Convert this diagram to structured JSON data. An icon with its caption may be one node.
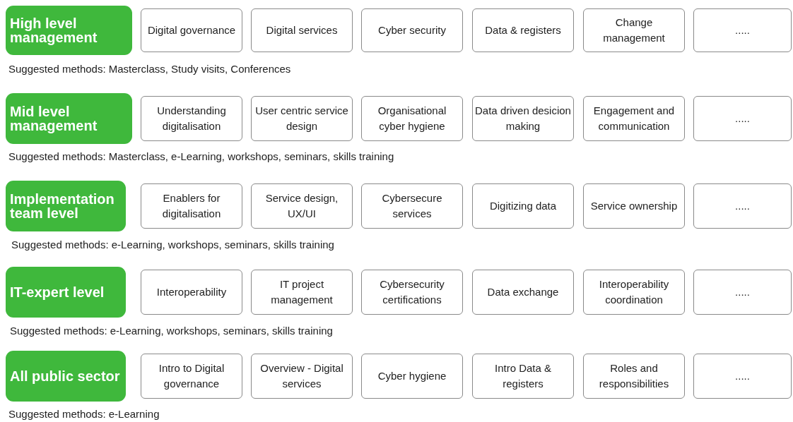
{
  "diagram": {
    "nodes": [
      {
        "text": [
          "High level management"
        ]
      },
      {
        "text": [
          "Digital governance"
        ]
      },
      {
        "text": [
          "Digital services"
        ]
      },
      {
        "text": [
          "Cyber security"
        ]
      },
      {
        "text": [
          "Data & registers"
        ]
      },
      {
        "text": [
          "Change management"
        ]
      },
      {
        "text": [
          "....."
        ]
      },
      {
        "text": [
          "Mid level management"
        ]
      },
      {
        "text": [
          "Understanding digitalisation"
        ]
      },
      {
        "text": [
          "User centric service design"
        ]
      },
      {
        "text": [
          "Organisational cyber hygiene"
        ]
      },
      {
        "text": [
          "Data driven desicion making"
        ]
      },
      {
        "text": [
          "Engagement and communication"
        ]
      },
      {
        "text": [
          "....."
        ]
      },
      {
        "text": [
          "Implementation team level"
        ]
      },
      {
        "text": [
          "Enablers for digitalisation"
        ]
      },
      {
        "text": [
          "Service design, UX/UI"
        ]
      },
      {
        "text": [
          "Cybersecure services"
        ]
      },
      {
        "text": [
          "Digitizing data"
        ]
      },
      {
        "text": [
          "Service ownership"
        ]
      },
      {
        "text": [
          "....."
        ]
      },
      {
        "text": [
          "IT-expert level"
        ]
      },
      {
        "text": [
          "Interoperability"
        ]
      },
      {
        "text": [
          "IT project management"
        ]
      },
      {
        "text": [
          "Cybersecurity certifications"
        ]
      },
      {
        "text": [
          "Data exchange"
        ]
      },
      {
        "text": [
          "Interoperability coordination"
        ]
      },
      {
        "text": [
          "....."
        ]
      },
      {
        "text": [
          "All public sector"
        ]
      },
      {
        "text": [
          "Intro to Digital governance"
        ]
      },
      {
        "text": [
          "Overview - Digital services"
        ]
      },
      {
        "text": [
          "Cyber hygiene"
        ]
      },
      {
        "text": [
          "Intro Data & registers"
        ]
      },
      {
        "text": [
          "Roles and responsibilities"
        ]
      },
      {
        "text": [
          "....."
        ]
      }
    ],
    "edges": [],
    "labels": [
      "Suggested methods: Masterclass, Study visits, Conferences",
      "Suggested methods: Masterclass, e-Learning, workshops, seminars, skills training",
      "Suggested methods: e-Learning, workshops, seminars, skills training",
      "Suggested methods: e-Learning, workshops, seminars, skills training",
      "Suggested methods: e-Learning"
    ]
  }
}
